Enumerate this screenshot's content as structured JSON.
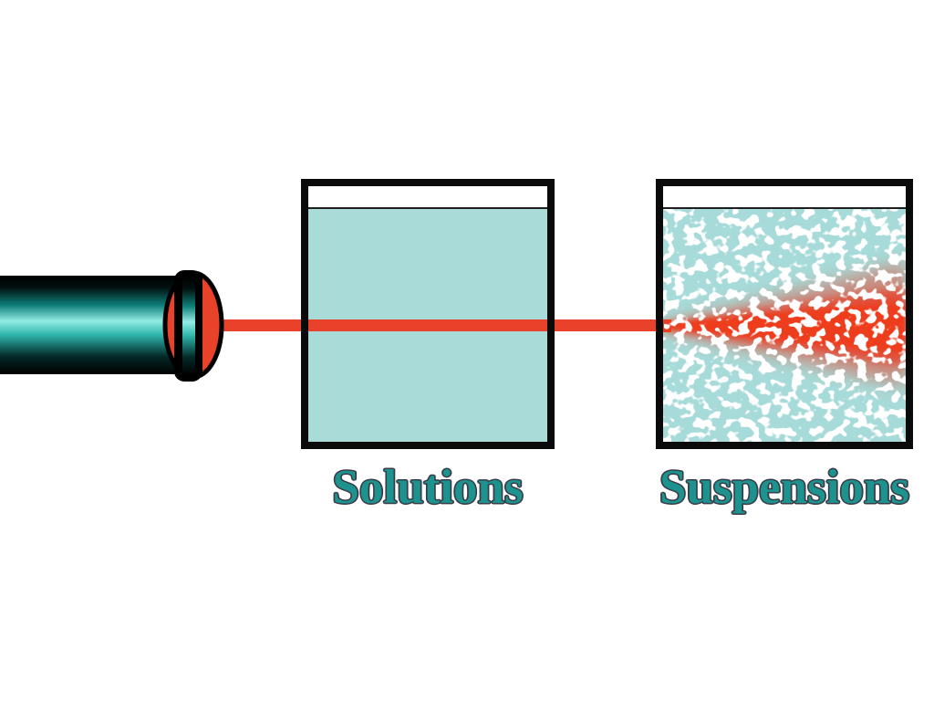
{
  "diagram": {
    "labels": {
      "solutions": "Solutions",
      "suspensions": "Suspensions"
    }
  },
  "colors": {
    "beam-red": "#e8432a",
    "beam-core": "#ee3c1e",
    "solution-liquid": "#a9dbd9",
    "suspension-liquid": "#a7dbd9",
    "label-fill": "#1d938f",
    "label-outline": "#3b3b47",
    "container-border": "#0a0a0a",
    "surface-line": "#1f1f1f",
    "laser-highlight": "#93ece4"
  },
  "icons": {
    "laser-pointer-icon": "teal metallic cylinder with black collar and red lens dome",
    "laser-beam-icon": "horizontal red beam rectangle",
    "scatter-cone-icon": "red beam cone widening through suspension (Tyndall scattering)",
    "suspension-particles-icon": "white speckle blobs in teal liquid"
  }
}
